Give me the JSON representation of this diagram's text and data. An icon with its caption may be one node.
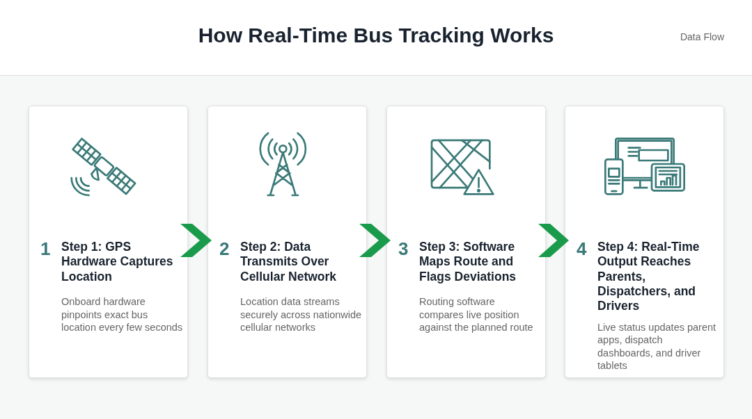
{
  "diagram": {
    "title": "How Real-Time Bus Tracking Works",
    "nodes": [
      {
        "text": [
          "1",
          "Step 1: GPS Hardware Captures Location",
          "Onboard hardware pinpoints exact bus location every few seconds"
        ]
      },
      {
        "text": [
          "2",
          "Step 2: Data Transmits Over Cellular Network",
          "Location data streams securely across nationwide cellular networks"
        ]
      },
      {
        "text": [
          "3",
          "Step 3: Software Maps Route and Flags Deviations",
          "Routing software compares live position against the planned route"
        ]
      },
      {
        "text": [
          "4",
          "Step 4: Real-Time Output Reaches Parents, Dispatchers, and Drivers",
          "Live status updates parent apps, dispatch dashboards, and driver tablets"
        ]
      }
    ],
    "edges": [
      {
        "from": 0,
        "to": 1,
        "arrow": "to"
      },
      {
        "from": 1,
        "to": 2,
        "arrow": "to"
      },
      {
        "from": 2,
        "to": 3,
        "arrow": "to"
      }
    ],
    "labels": [
      "Data Flow"
    ]
  }
}
